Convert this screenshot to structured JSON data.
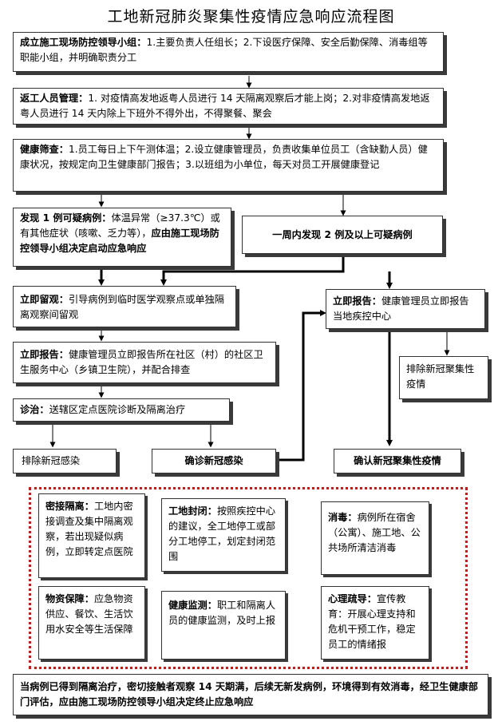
{
  "title": "工地新冠肺炎聚集性疫情应急响应流程图",
  "steps": {
    "leadership": {
      "head": "成立施工现场防控领导小组：",
      "text": "1.主要负责人任组长；2.下设医疗保障、安全后勤保障、消毒组等职能小组，并明确职责分工"
    },
    "returning": {
      "head": "返工人员管理：",
      "text": "1. 对疫情高发地返粤人员进行 14 天隔离观察后才能上岗；2.对非疫情高发地返粤人员进行 14 天内除上下班外不得外出，不得聚餐、聚会"
    },
    "screening": {
      "head": "健康筛查：",
      "text": "1.员工每日上下午测体温；2.设立健康管理员，负责收集单位员工（含缺勤人员）健康状况，按规定向卫生健康部门报告；3.以班组为小单位，每天对员工开展健康登记"
    },
    "one_case": {
      "head": "发现 1 例可疑病例：",
      "text": "体温异常（≥37.3℃）或有其他症状（咳嗽、乏力等），",
      "tail": "应由施工现场防控领导小组决定启动应急响应"
    },
    "two_cases": {
      "text": "一周内发现 2 例及以上可疑病例"
    },
    "isolate": {
      "head": "立即留观：",
      "text": "引导病例到临时医学观察点或单独隔离观察间留观"
    },
    "report_left": {
      "head": "立即报告：",
      "text": "健康管理员立即报告所在社区（村）的社区卫生服务中心（乡镇卫生院），并配合排查"
    },
    "report_right": {
      "head": "立即报告：",
      "text": "健康管理员立即报告当地疾控中心"
    },
    "exclude_cluster": {
      "text": "排除新冠聚集性疫情"
    },
    "treatment": {
      "head": "诊治：",
      "text": "送辖区定点医院诊断及隔离治疗"
    },
    "exclude_infection": {
      "text": "排除新冠感染"
    },
    "confirmed_infection": {
      "text": "确诊新冠感染"
    },
    "confirmed_cluster": {
      "text": "确认新冠聚集性疫情"
    },
    "close_isolation": {
      "head": "密接隔离：",
      "text": "工地内密接调查及集中隔离观察，若出现疑似病例，立即转定点医院"
    },
    "site_closure": {
      "head": "工地封闭：",
      "text": "按照疾控中心的建议，全工地停工或部分工地停工，划定封闭范围"
    },
    "disinfection": {
      "head": "消毒：",
      "text": "病例所在宿舍（公寓）、施工地、公共场所清洁消毒"
    },
    "supplies": {
      "head": "物资保障：",
      "text": "应急物资供应、餐饮、生活饮用水安全等生活保障"
    },
    "health_monitor": {
      "head": "健康监测：",
      "text": "职工和隔离人员的健康监测，及时上报"
    },
    "psych": {
      "head": "心理疏导：",
      "text": "宣传教育：开展心理支持和危机干预工作，稳定员工的情绪报"
    },
    "termination": {
      "text": "当病例已得到隔离治疗，密切接触者观察 14 天期满，后续无新发病例，环境得到有效消毒，经卫生健康部门评估，应由施工现场防控领导小组决定终止应急响应"
    }
  }
}
